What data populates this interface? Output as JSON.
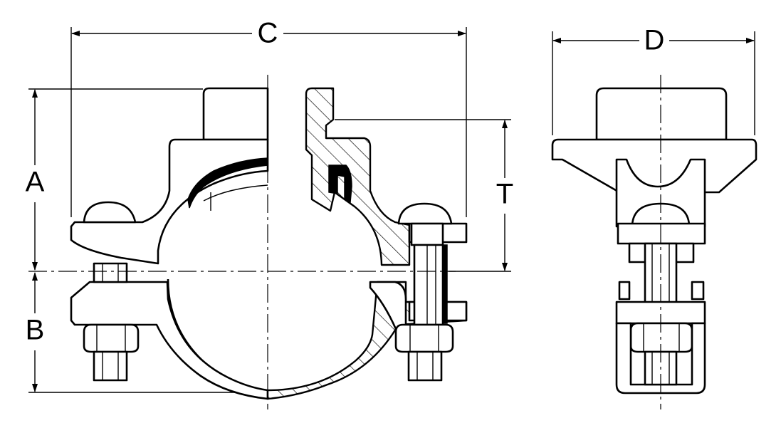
{
  "drawing": {
    "dimension_labels": {
      "overall_width": "C",
      "side_width": "D",
      "upper_height": "A",
      "lower_height": "B",
      "outlet_height": "T"
    },
    "colors": {
      "line": "#000000",
      "background": "#ffffff"
    }
  }
}
